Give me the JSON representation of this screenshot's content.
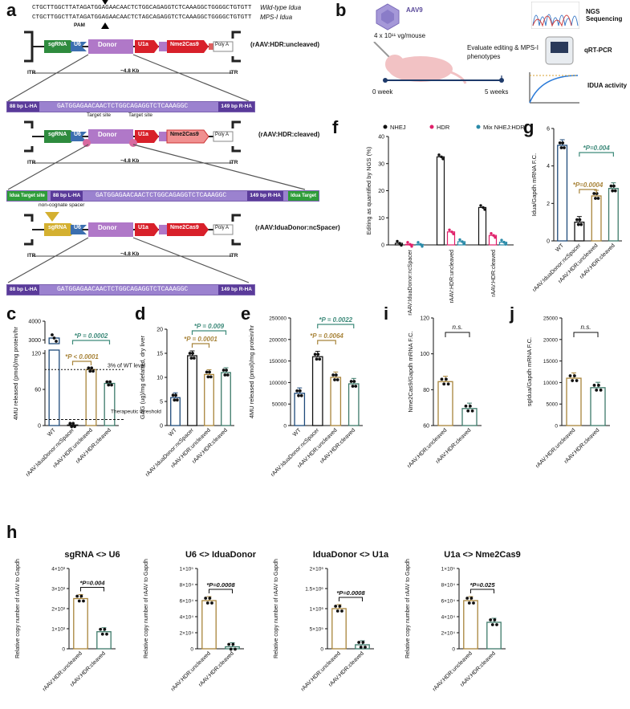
{
  "panel_letters": {
    "a": "a",
    "b": "b",
    "c": "c",
    "d": "d",
    "e": "e",
    "f": "f",
    "g": "g",
    "h": "h",
    "i": "i",
    "j": "j"
  },
  "panel_a": {
    "seq_wt": "CTGCTTGGCTTATAGATGGAGAACAACTCTGGCAGAGGTCTCAAAGGCTGGGGCTGTGTT",
    "seq_wt_label": "Wild-type Idua",
    "seq_mps": "CTGCTTGGCTTATAGATGGAGAACAACTCTAGCAGAGGTCTCAAAGGCTGGGGCTGTGTT",
    "seq_mps_label": "MPS-I Idua",
    "pam": "PAM",
    "constructs": [
      {
        "label": "(rAAV:HDR:uncleaved)",
        "itr": "ITR",
        "size": "~4.8 Kb",
        "lha": "88 bp L-HA",
        "rha": "149 bp R-HA",
        "seq": "GATGGAGAACAACTCTGGCAGAGGTCTCAAAGGC"
      },
      {
        "label": "(rAAV:HDR:cleaved)",
        "itr": "ITR",
        "size": "~4.8 Kb",
        "lha": "88 bp L-HA",
        "rha": "149 bp R-HA",
        "seq": "GATGGAGAACAACTCTGGCAGAGGTCTCAAAGGC",
        "target_left": "Idua Target site",
        "target_right": "Idua Target",
        "target_note": "Target site"
      },
      {
        "label": "(rAAV:IduaDonor:ncSpacer)",
        "itr": "ITR",
        "size": "~4.8 Kb",
        "lha": "88 bp L-HA",
        "rha": "149 bp R-HA",
        "seq": "GATGGAGAACAACTCTGGCAGAGGTCTCAAAGGC",
        "spacer_note": "non-cognate spacer"
      }
    ],
    "elements": {
      "sgrna": "sgRNA",
      "u6": "U6",
      "donor": "Donor",
      "u1a": "U1a",
      "nme2": "Nme2Cas9",
      "polya": "Poly A"
    }
  },
  "panel_b": {
    "aav": "AAV9",
    "dose": "4 x 10¹¹ vg/mouse",
    "evaluate": "Evaluate editing & MPS-I phenotypes",
    "t0": "0 week",
    "t1": "5 weeks",
    "ngs": "NGS Sequencing",
    "qpcr": "qRT-PCR",
    "idua": "IDUA activity"
  },
  "colors": {
    "wt": "#1e4a7a",
    "ncspacer": "#111111",
    "uncleaved": "#a8843a",
    "cleaved": "#3d7a6a",
    "nhej": "#111111",
    "hdr": "#e0206a",
    "mix": "#2a8aa8",
    "sig_gold": "#a8843a",
    "sig_teal": "#3d8a7a"
  },
  "chart_data": [
    {
      "panel": "c",
      "type": "bar",
      "categories": [
        "WT",
        "rAAV:IduaDonor:ncSpacer",
        "rAAV:HDR:uncleaved",
        "rAAV:HDR:cleaved"
      ],
      "values": [
        3100,
        1,
        93,
        70
      ],
      "ylabel": "4MU released (pmol)/mg protein/hr",
      "yticks_lower": [
        "0",
        "60",
        "120"
      ],
      "yticks_upper": [
        "3000",
        "4000"
      ],
      "annotations": [
        "3% of WT level",
        "Therapeutic threshold",
        "*P < 0.0001",
        "*P = 0.0002"
      ]
    },
    {
      "panel": "d",
      "type": "bar",
      "categories": [
        "WT",
        "rAAV:IduaDonor:ncSpacer",
        "rAAV:HDR:uncleaved",
        "rAAV:HDR:cleaved"
      ],
      "values": [
        5.8,
        14.5,
        10.6,
        11.0
      ],
      "ylabel": "GAG (ug)/mg defatted, dry liver",
      "ylim": [
        0,
        20
      ],
      "yticks": [
        "0",
        "5",
        "10",
        "15",
        "20"
      ],
      "annotations": [
        "*P = 0.0001",
        "*P = 0.009"
      ]
    },
    {
      "panel": "e",
      "type": "bar",
      "categories": [
        "WT",
        "rAAV:IduaDonor:ncSpacer",
        "rAAV:HDR:uncleaved",
        "rAAV:HDR:cleaved"
      ],
      "values": [
        75000,
        160000,
        112000,
        97000
      ],
      "ylabel": "4MU released (pmol)/mg protein/hr",
      "ylim": [
        0,
        250000
      ],
      "yticks": [
        "0",
        "50000",
        "100000",
        "150000",
        "200000",
        "250000"
      ],
      "annotations": [
        "*P = 0.0064",
        "*P = 0.0022"
      ]
    },
    {
      "panel": "f",
      "type": "bar",
      "categories": [
        "rAAV:IduaDonor:ncSpacer",
        "rAAV:HDR:uncleaved",
        "rAAV:HDR:cleaved"
      ],
      "series": [
        {
          "name": "NHEJ",
          "values": [
            0.6,
            32.5,
            13.8
          ]
        },
        {
          "name": "HDR",
          "values": [
            0.2,
            4.8,
            3.5
          ]
        },
        {
          "name": "Mix NHEJ:HDR",
          "values": [
            0.2,
            1.2,
            1.0
          ]
        }
      ],
      "ylabel": "Editing as quantified by NGS (%)",
      "ylim": [
        0,
        40
      ],
      "yticks": [
        "0",
        "10",
        "20",
        "30",
        "40"
      ]
    },
    {
      "panel": "g",
      "type": "bar",
      "categories": [
        "WT",
        "rAAV:IduaDonor:ncSpacer",
        "rAAV:HDR:uncleaved",
        "rAAV:HDR:cleaved"
      ],
      "values": [
        5.1,
        1.0,
        2.4,
        2.8
      ],
      "ylabel": "Idua/Gapdh mRNA F.C.",
      "ylim": [
        0,
        6
      ],
      "yticks": [
        "0",
        "2",
        "4",
        "6"
      ],
      "annotations": [
        "*P=0.004",
        "*P=0.0004"
      ]
    },
    {
      "panel": "i",
      "type": "bar",
      "categories": [
        "rAAV:HDR:uncleaved",
        "rAAV:HDR:cleaved"
      ],
      "values": [
        84.5,
        69.5
      ],
      "ylabel": "Nme2Cas9/Gapdh mRNA F.C.",
      "ylim": [
        60,
        120
      ],
      "yticks": [
        "60",
        "80",
        "100",
        "120"
      ],
      "annotations": [
        "n.s."
      ]
    },
    {
      "panel": "j",
      "type": "bar",
      "categories": [
        "rAAV:HDR:uncleaved",
        "rAAV:HDR:cleaved"
      ],
      "values": [
        11000,
        8800
      ],
      "ylabel": "sgIdua/Gapdh mRNA F.C.",
      "ylim": [
        0,
        25000
      ],
      "yticks": [
        "0",
        "5000",
        "10000",
        "15000",
        "20000",
        "25000"
      ],
      "annotations": [
        "n.s."
      ]
    },
    {
      "panel": "h1",
      "type": "bar",
      "title": "sgRNA <> U6",
      "categories": [
        "rAAV:HDR:uncleaved",
        "rAAV:HDR:cleaved"
      ],
      "values": [
        2500,
        850
      ],
      "ylim": [
        0,
        4000
      ],
      "yticks": [
        "0",
        "1×10³",
        "2×10³",
        "3×10³",
        "4×10³"
      ],
      "annotations": [
        "*P=0.004"
      ]
    },
    {
      "panel": "h2",
      "type": "bar",
      "title": "U6 <> IduaDonor",
      "categories": [
        "rAAV:HDR:uncleaved",
        "rAAV:HDR:cleaved"
      ],
      "values": [
        60000,
        2500
      ],
      "ylim": [
        0,
        100000
      ],
      "yticks": [
        "0",
        "2×10⁴",
        "4×10⁴",
        "6×10⁴",
        "8×10⁴",
        "1×10⁵"
      ],
      "annotations": [
        "*P=0.0008"
      ]
    },
    {
      "panel": "h3",
      "type": "bar",
      "title": "IduaDonor <> U1a",
      "categories": [
        "rAAV:HDR:uncleaved",
        "rAAV:HDR:cleaved"
      ],
      "values": [
        1000000,
        100000
      ],
      "ylim": [
        0,
        2000000
      ],
      "yticks": [
        "0",
        "5×10⁵",
        "1×10⁶",
        "1.5×10⁶",
        "2×10⁶"
      ],
      "annotations": [
        "*P=0.0008"
      ]
    },
    {
      "panel": "h4",
      "type": "bar",
      "title": "U1a <> Nme2Cas9",
      "categories": [
        "rAAV:HDR:uncleaved",
        "rAAV:HDR:cleaved"
      ],
      "values": [
        60000,
        33000
      ],
      "ylim": [
        0,
        100000
      ],
      "yticks": [
        "0",
        "2×10⁴",
        "4×10⁴",
        "6×10⁴",
        "8×10⁴",
        "1×10⁵"
      ],
      "annotations": [
        "*P=0.025"
      ]
    }
  ],
  "h_ylabel": "Relative copy number of rAAV to Gapdh"
}
